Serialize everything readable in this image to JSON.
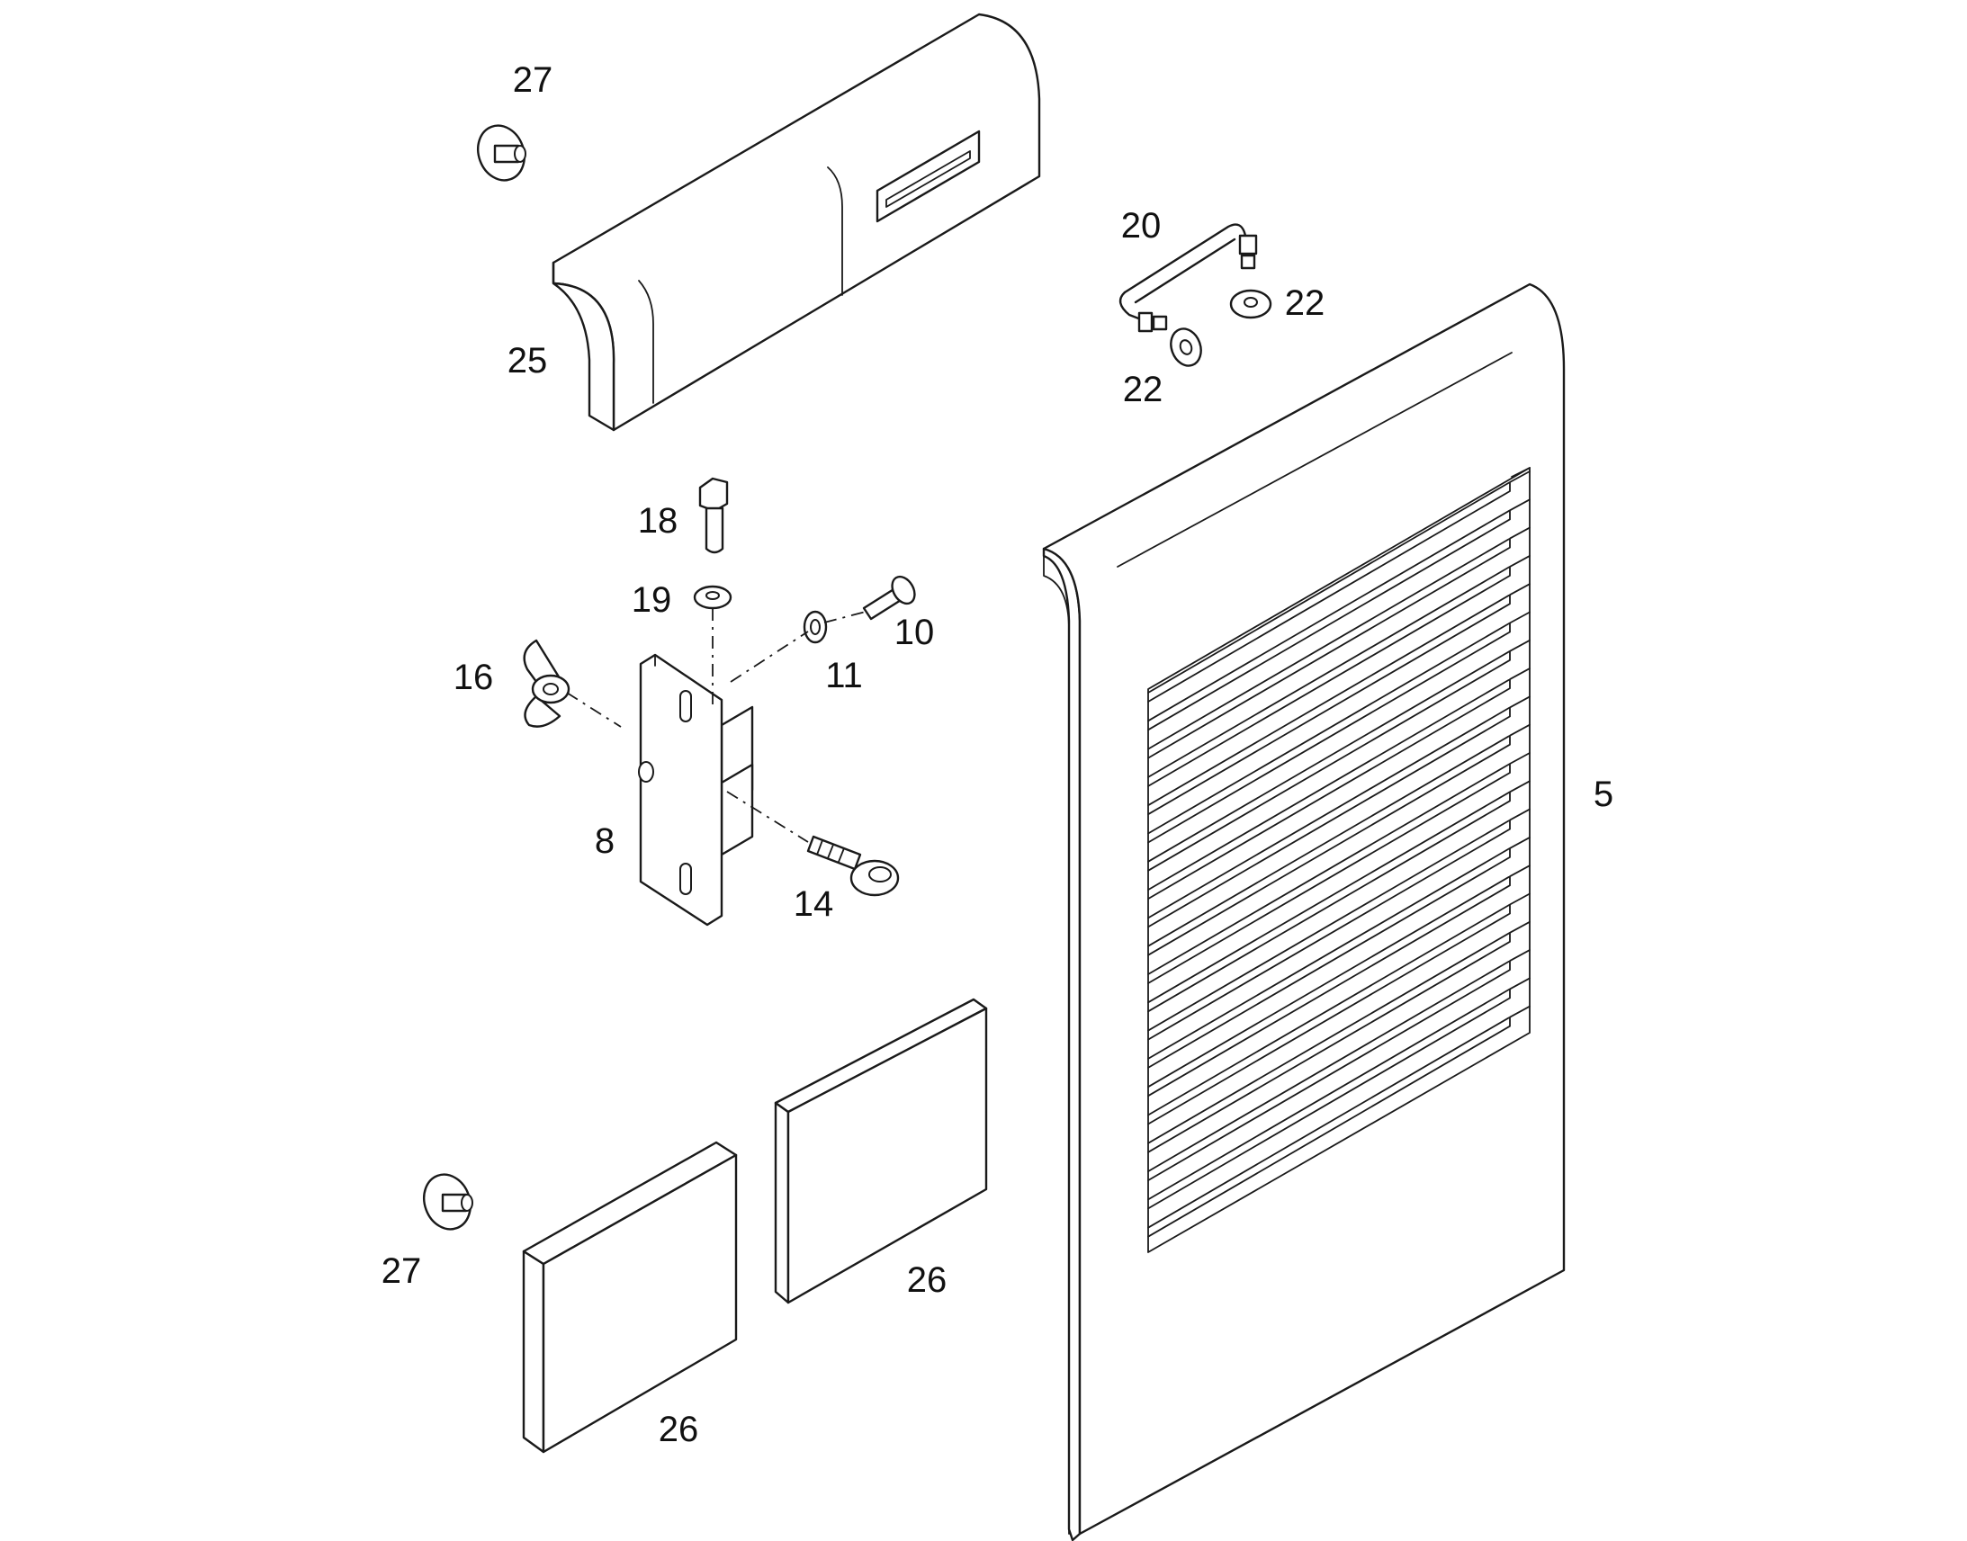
{
  "callouts": {
    "c27_top": "27",
    "c25": "25",
    "c20": "20",
    "c22_right": "22",
    "c22_bottom": "22",
    "c18": "18",
    "c19": "19",
    "c10": "10",
    "c11": "11",
    "c16": "16",
    "c8": "8",
    "c14": "14",
    "c5": "5",
    "c27_bottom": "27",
    "c26_right": "26",
    "c26_left": "26"
  }
}
